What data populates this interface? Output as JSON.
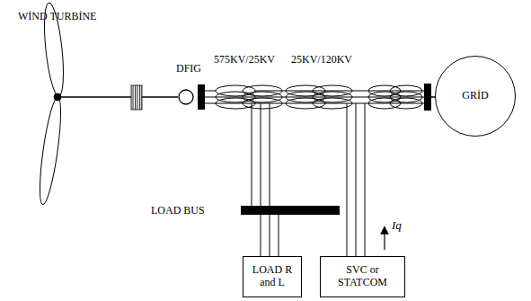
{
  "diagram": {
    "nodes": [
      {
        "text": [
          "GRİD"
        ]
      },
      {
        "text": [
          "LOAD R and L"
        ]
      },
      {
        "text": [
          "SVC or STATCOM"
        ]
      }
    ],
    "labels": [
      "WİND TURBİNE",
      "DFIG",
      "575KV/25KV",
      "25KV/120KV",
      "LOAD BUS",
      "Iq"
    ]
  }
}
